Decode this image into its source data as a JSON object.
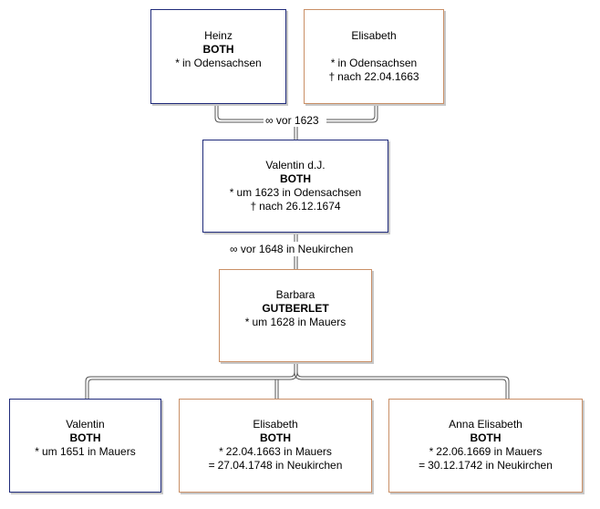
{
  "colors": {
    "male": "#1f2a7a",
    "female": "#c98f66",
    "connector": "#555555"
  },
  "persons": {
    "heinz": {
      "given": "Heinz",
      "surname": "BOTH",
      "birth_symbol": "*",
      "birth": "in Odensachsen"
    },
    "elisabeth_mother": {
      "given": "Elisabeth",
      "birth_symbol": "*",
      "birth": "in Odensachsen",
      "death_symbol": "†",
      "death": "nach 22.04.1663"
    },
    "valentin_dj": {
      "given": "Valentin d.J.",
      "surname": "BOTH",
      "birth_symbol": "*",
      "birth": "um 1623 in Odensachsen",
      "death_symbol": "†",
      "death": "nach 26.12.1674"
    },
    "barbara": {
      "given": "Barbara",
      "surname": "GUTBERLET",
      "birth_symbol": "*",
      "birth": "um 1628 in Mauers"
    },
    "valentin_child": {
      "given": "Valentin",
      "surname": "BOTH",
      "birth_symbol": "*",
      "birth": "um 1651 in Mauers"
    },
    "elisabeth_child": {
      "given": "Elisabeth",
      "surname": "BOTH",
      "birth_symbol": "*",
      "birth": "22.04.1663 in Mauers",
      "burial_symbol": "=",
      "burial": "27.04.1748 in Neukirchen"
    },
    "anna_elisabeth": {
      "given": "Anna Elisabeth",
      "surname": "BOTH",
      "birth_symbol": "*",
      "birth": "22.06.1669 in Mauers",
      "burial_symbol": "=",
      "burial": "30.12.1742 in Neukirchen"
    }
  },
  "marriages": {
    "parents": {
      "symbol": "∞",
      "text": "vor 1623"
    },
    "valentin_barbara": {
      "symbol": "∞",
      "text": "vor 1648 in Neukirchen"
    }
  }
}
